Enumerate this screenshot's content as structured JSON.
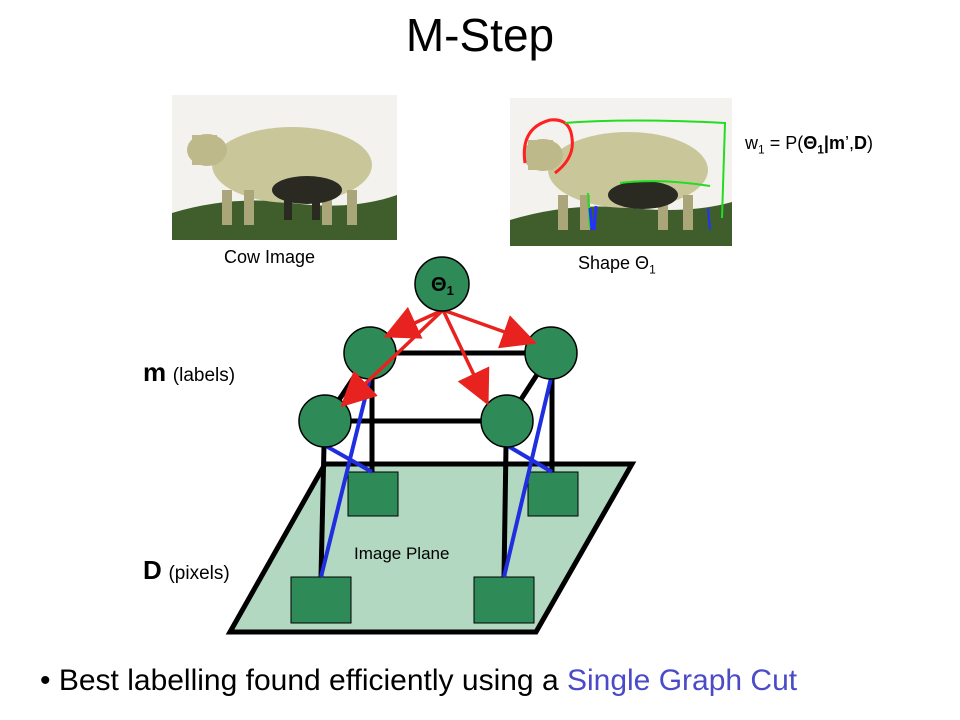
{
  "slide": {
    "title": "M-Step"
  },
  "images": {
    "cow_caption": "Cow Image",
    "shape_caption_prefix": "Shape Θ",
    "shape_caption_sub": "1"
  },
  "formula": {
    "w": "w",
    "w_sub": "1",
    "eq": " = P(",
    "theta": "Θ",
    "theta_sub": "1",
    "bar": "|",
    "m": "m",
    "comma": "’,",
    "d": "D",
    "close": ")"
  },
  "graph": {
    "theta_node": "Θ",
    "theta_sub": "1",
    "image_plane": "Image Plane"
  },
  "labels": {
    "m": "m",
    "m_desc": "(labels)",
    "d": "D",
    "d_desc": "(pixels)"
  },
  "bullet": {
    "marker": "•",
    "text": " Best labelling found efficiently using a ",
    "highlight": "Single Graph Cut"
  },
  "colors": {
    "node_fill": "#2e8b57",
    "plane_fill": "#b2d8c2",
    "red_edge": "#e8231f",
    "blue_edge": "#1f2fe0",
    "highlight_text": "#4b4bc8"
  }
}
